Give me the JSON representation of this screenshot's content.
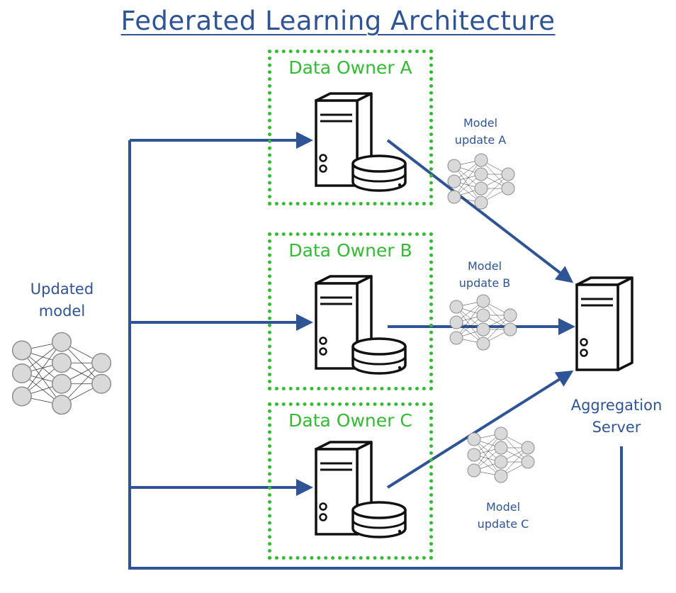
{
  "title": "Federated Learning Architecture",
  "owners": [
    {
      "label": "Data Owner A"
    },
    {
      "label": "Data Owner B"
    },
    {
      "label": "Data Owner C"
    }
  ],
  "model_updates": [
    {
      "line1": "Model",
      "line2": "update A"
    },
    {
      "line1": "Model",
      "line2": "update B"
    },
    {
      "line1": "Model",
      "line2": "update C"
    }
  ],
  "updated_model": {
    "line1": "Updated",
    "line2": "model"
  },
  "aggregation_server": {
    "line1": "Aggregation",
    "line2": "Server"
  },
  "colors": {
    "arrow": "#2f5496",
    "owner_border": "#33bb33",
    "node_fill": "#d9d9d9"
  },
  "icons": [
    "server-icon",
    "database-icon",
    "neural-network-icon"
  ]
}
